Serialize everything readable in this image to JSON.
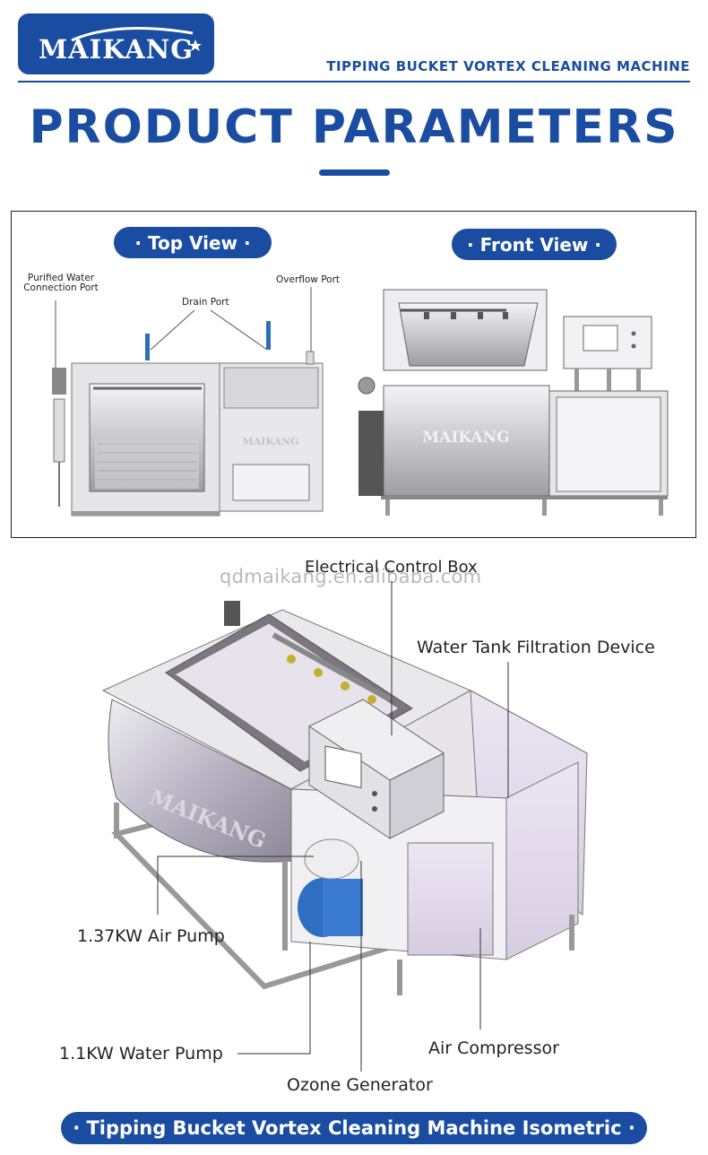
{
  "header": {
    "logo": "MAIKANG",
    "title": "TIPPING BUCKET VORTEX CLEANING MACHINE"
  },
  "main_title": "PRODUCT PARAMETERS",
  "top_view": {
    "label": "· Top View ·",
    "callouts": {
      "purified_water_line1": "Purified Water",
      "purified_water_line2": "Connection Port",
      "drain_port": "Drain Port",
      "overflow_port": "Overflow Port"
    },
    "machine_brand": "MAIKANG"
  },
  "front_view": {
    "label": "· Front View ·",
    "machine_brand": "MAIKANG"
  },
  "isometric": {
    "watermark": "qdmaikang.en.alibaba.com",
    "machine_brand": "MAIKANG",
    "callouts": {
      "electrical_control_box": "Electrical Control Box",
      "water_tank_filtration": "Water Tank Filtration Device",
      "air_pump": "1.37KW Air Pump",
      "water_pump": "1.1KW Water Pump",
      "air_compressor": "Air Compressor",
      "ozone_generator": "Ozone Generator"
    },
    "caption": "· Tipping Bucket Vortex Cleaning Machine Isometric ·"
  },
  "colors": {
    "brand_blue": "#1a4da2",
    "steel": "#cfcfd3",
    "lavender": "#dcd3e6"
  }
}
